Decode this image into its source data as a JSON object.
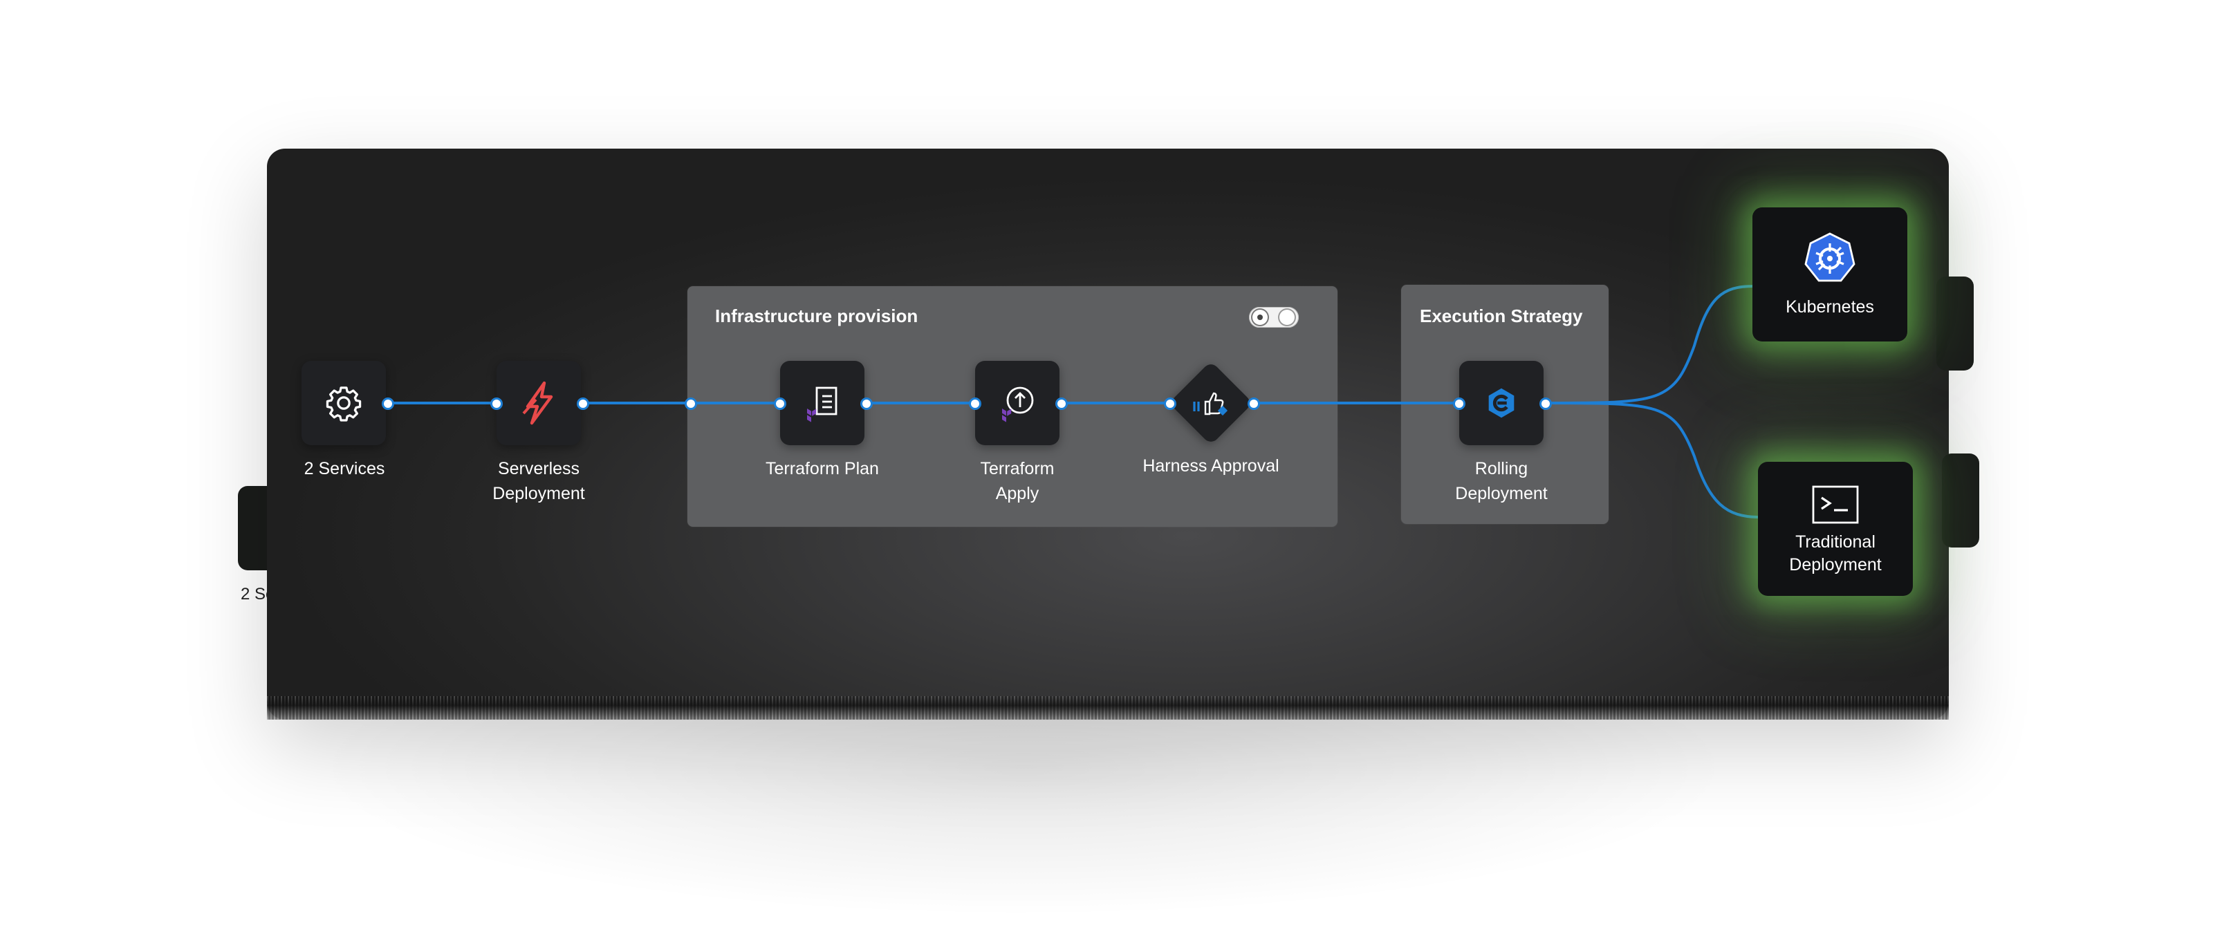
{
  "diagram": {
    "ghost_label": "2 Se",
    "groups": {
      "infrastructure": {
        "title": "Infrastructure provision"
      },
      "execution": {
        "title": "Execution Strategy"
      }
    },
    "nodes": {
      "services": {
        "label": "2 Services",
        "icon": "gear-icon"
      },
      "serverless": {
        "label_lines": [
          "Serverless",
          "Deployment"
        ],
        "icon": "serverless-lightning-icon"
      },
      "terraform_plan": {
        "label": "Terraform Plan",
        "icon": "terraform-plan-icon"
      },
      "terraform_apply": {
        "label_lines": [
          "Terraform",
          "Apply"
        ],
        "icon": "terraform-apply-icon"
      },
      "harness_approval": {
        "label": "Harness Approval",
        "icon": "harness-approval-icon"
      },
      "rolling": {
        "label_lines": [
          "Rolling",
          "Deployment"
        ],
        "icon": "rolling-deployment-icon"
      }
    },
    "destinations": {
      "kubernetes": {
        "label": "Kubernetes",
        "icon": "kubernetes-icon"
      },
      "traditional": {
        "label_lines": [
          "Traditional",
          "Deployment"
        ],
        "icon": "terminal-icon"
      }
    },
    "colors": {
      "connector": "#1d7fd6",
      "glow": "#6ec850",
      "kubernetes_blue": "#326ce5",
      "serverless_red": "#e84a4a",
      "terraform_purple": "#7b42bc"
    }
  }
}
